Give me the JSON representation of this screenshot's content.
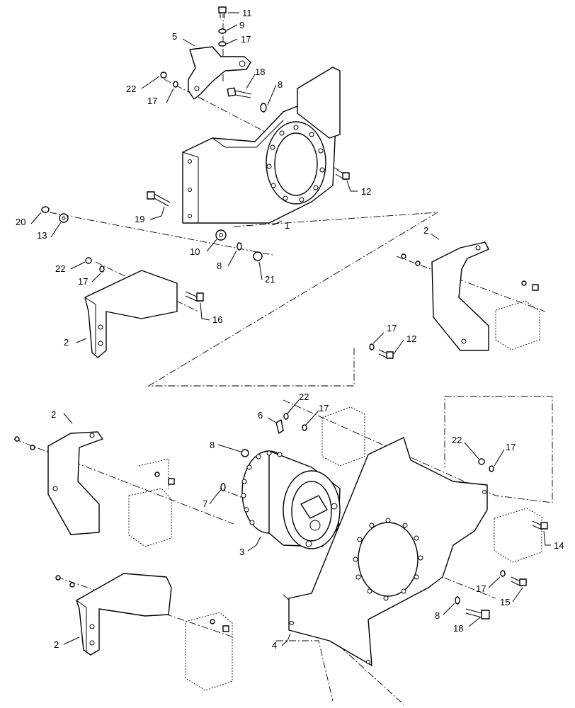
{
  "diagram": {
    "callouts": [
      {
        "id": "c11a",
        "label": "11"
      },
      {
        "id": "c9",
        "label": "9"
      },
      {
        "id": "c17a",
        "label": "17"
      },
      {
        "id": "c5",
        "label": "5"
      },
      {
        "id": "c18a",
        "label": "18"
      },
      {
        "id": "c8a",
        "label": "8"
      },
      {
        "id": "c22a",
        "label": "22"
      },
      {
        "id": "c17b",
        "label": "17"
      },
      {
        "id": "c12a",
        "label": "12"
      },
      {
        "id": "c20",
        "label": "20"
      },
      {
        "id": "c13",
        "label": "13"
      },
      {
        "id": "c19",
        "label": "19"
      },
      {
        "id": "c1",
        "label": "1"
      },
      {
        "id": "c2a",
        "label": "2"
      },
      {
        "id": "c10",
        "label": "10"
      },
      {
        "id": "c8b",
        "label": "8"
      },
      {
        "id": "c21",
        "label": "21"
      },
      {
        "id": "c22b",
        "label": "22"
      },
      {
        "id": "c17c",
        "label": "17"
      },
      {
        "id": "c16",
        "label": "16"
      },
      {
        "id": "c2b",
        "label": "2"
      },
      {
        "id": "c17d",
        "label": "17"
      },
      {
        "id": "c12b",
        "label": "12"
      },
      {
        "id": "c22c",
        "label": "22"
      },
      {
        "id": "c17e",
        "label": "17"
      },
      {
        "id": "c6",
        "label": "6"
      },
      {
        "id": "c2c",
        "label": "2"
      },
      {
        "id": "c8c",
        "label": "8"
      },
      {
        "id": "c7",
        "label": "7"
      },
      {
        "id": "c22d",
        "label": "22"
      },
      {
        "id": "c17f",
        "label": "17"
      },
      {
        "id": "c3",
        "label": "3"
      },
      {
        "id": "c14",
        "label": "14"
      },
      {
        "id": "c17g",
        "label": "17"
      },
      {
        "id": "c15",
        "label": "15"
      },
      {
        "id": "c8d",
        "label": "8"
      },
      {
        "id": "c18b",
        "label": "18"
      },
      {
        "id": "c2d",
        "label": "2"
      },
      {
        "id": "c4",
        "label": "4"
      }
    ]
  }
}
